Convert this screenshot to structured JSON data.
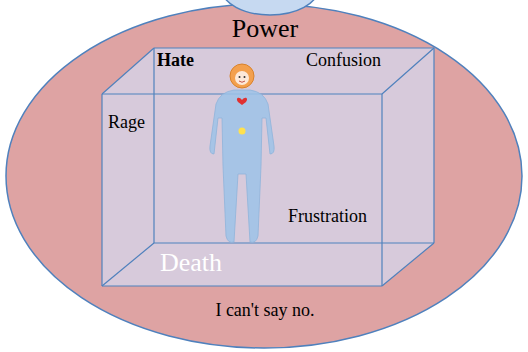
{
  "diagram": {
    "nodes": [
      {
        "text": [
          "Power",
          "I can't say no."
        ]
      },
      {
        "text": [
          "Hate",
          "Confusion",
          "Rage",
          "Frustration",
          "Death"
        ],
        "in": 0
      }
    ]
  }
}
